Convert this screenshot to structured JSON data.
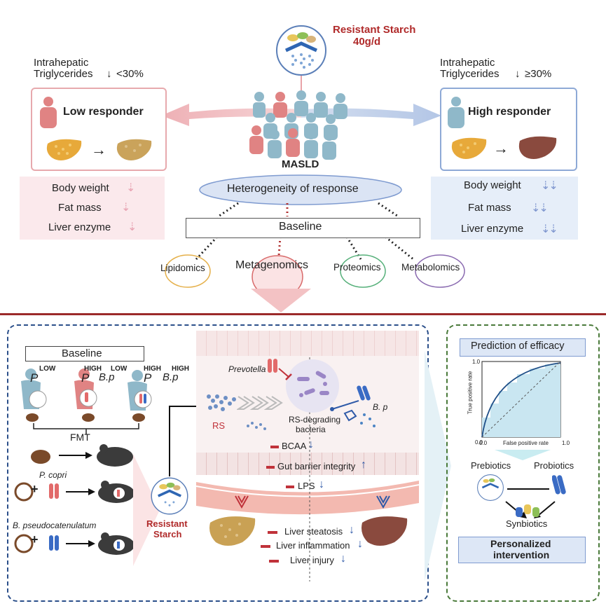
{
  "intervention": {
    "name": "Resistant Starch",
    "dose": "40g/d"
  },
  "low": {
    "criteria_line1": "Intrahepatic",
    "criteria_line2": "Triglycerides",
    "criteria_value": "<30%",
    "title": "Low responder",
    "outcomes": [
      "Body weight",
      "Fat mass",
      "Liver enzyme"
    ],
    "color": "#e8a3a8"
  },
  "high": {
    "criteria_line1": "Intrahepatic",
    "criteria_line2": "Triglycerides",
    "criteria_value": "≥30%",
    "title": "High responder",
    "outcomes": [
      "Body weight",
      "Fat mass",
      "Liver enzyme"
    ],
    "color": "#8ea9d6"
  },
  "cohort_label": "MASLD",
  "heterogeneity": "Heterogeneity of response",
  "baseline": "Baseline",
  "omics": [
    "Lipidomics",
    "Metagenomics",
    "Proteomics",
    "Metabolomics"
  ],
  "mouse_panel": {
    "baseline": "Baseline",
    "donors": [
      {
        "species": "P",
        "level": "LOW",
        "bp": "",
        "bp_level": ""
      },
      {
        "species": "P",
        "level": "HIGH",
        "bp": "B.p",
        "bp_level": "LOW"
      },
      {
        "species": "P",
        "level": "HIGH",
        "bp": "B.p",
        "bp_level": "HIGH"
      }
    ],
    "fmt": "FMT",
    "p_copri": "P. copri",
    "b_pseudo": "B. pseudocatenulatum",
    "plus": "+",
    "rs_label_line1": "Resistant",
    "rs_label_line2": "Starch"
  },
  "mechanism": {
    "prevotella": "Prevotella",
    "bp": "B. p",
    "rs": "RS",
    "rs_bacteria_line1": "RS-degrading",
    "rs_bacteria_line2": "bacteria",
    "bcaa": "BCAA",
    "barrier": "Gut barrier integrity",
    "lps": "LPS",
    "liver_effects": [
      "Liver steatosis",
      "Liver inflammation",
      "Liver injury"
    ]
  },
  "prediction": {
    "title": "Prediction of efficacy",
    "ylabel": "True positive rate",
    "xlabel": "False positive rate",
    "tick_0": "0.0",
    "tick_1": "1.0",
    "x_tick_0": "0.0",
    "x_tick_1": "1.0",
    "prebiotics": "Prebiotics",
    "probiotics": "Probiotics",
    "synbiotics": "Synbiotics",
    "personalized_line1": "Personalized",
    "personalized_line2": "intervention"
  },
  "colors": {
    "divider": "#9b2a2a",
    "rs_title": "#b02a2a",
    "low_border": "#e7a9ad",
    "high_border": "#8ea9d6",
    "down_arrow_low": "#e8a3b2",
    "down_arrow_high": "#7f96cf",
    "mechanism_border": "#2b4f8a",
    "prediction_border": "#4a7a3a",
    "inhibit_red": "#c0323a",
    "effect_blue": "#2f5aa8"
  }
}
